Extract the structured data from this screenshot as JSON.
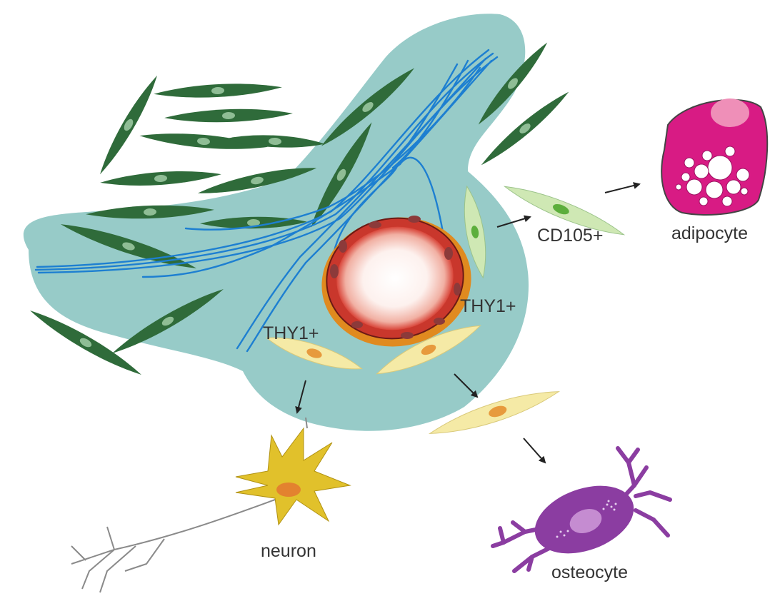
{
  "labels": {
    "cd105": "CD105+",
    "adipocyte": "adipocyte",
    "thy1_left": "THY1+",
    "thy1_right": "THY1+",
    "neuron": "neuron",
    "osteocyte": "osteocyte"
  },
  "colors": {
    "niche": "#97cbc8",
    "fibroblast": "#2f6b3a",
    "fibroblast_nucleus": "#8fbd95",
    "fibers": "#1d7fd1",
    "vessel_wall": "#c9372c",
    "cd105_cell": "#cfe8b4",
    "cd105_nucleus": "#5cae3c",
    "thy1_cell": "#f5eaa6",
    "thy1_nucleus": "#e79a3d",
    "adipocyte": "#d81b84",
    "neuron": "#e1c12b",
    "neuron_nucleus": "#e3822f",
    "osteocyte": "#8b3da1",
    "arrows": "#222222"
  }
}
